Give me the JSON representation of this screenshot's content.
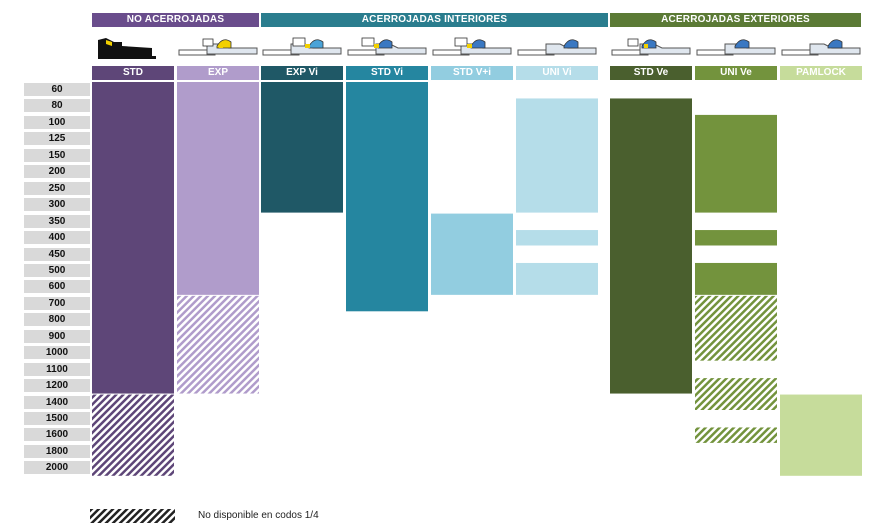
{
  "groups": [
    {
      "label": "NO ACERROJADAS",
      "color": "#6a4d8c"
    },
    {
      "label": "ACERROJADAS INTERIORES",
      "color": "#2a7d8e"
    },
    {
      "label": "ACERROJADAS EXTERIORES",
      "color": "#5b7a35"
    }
  ],
  "columns": [
    {
      "label": "STD",
      "color": "#5e4678",
      "hatch": "#5e4678",
      "icon": "push-fit-joint-icon"
    },
    {
      "label": "EXP",
      "color": "#b09ccb",
      "hatch": "#b09ccb",
      "icon": "express-joint-icon"
    },
    {
      "label": "EXP Vi",
      "color": "#1f5866",
      "hatch": "#1f5866",
      "icon": "express-vi-joint-icon"
    },
    {
      "label": "STD Vi",
      "color": "#2586a0",
      "hatch": "#2586a0",
      "icon": "standard-vi-joint-icon"
    },
    {
      "label": "STD V+i",
      "color": "#92cde0",
      "hatch": "#92cde0",
      "icon": "standard-v-plus-i-joint-icon"
    },
    {
      "label": "UNI Vi",
      "color": "#b5dde9",
      "hatch": "#b5dde9",
      "icon": "universal-vi-joint-icon"
    },
    {
      "label": "STD Ve",
      "color": "#4a5f2e",
      "hatch": "#4a5f2e",
      "icon": "standard-ve-joint-icon"
    },
    {
      "label": "UNI Ve",
      "color": "#73933d",
      "hatch": "#73933d",
      "icon": "universal-ve-joint-icon"
    },
    {
      "label": "PAMLOCK",
      "color": "#c6dc9b",
      "hatch": "#c6dc9b",
      "icon": "pamlock-joint-icon"
    }
  ],
  "rows": [
    "60",
    "80",
    "100",
    "125",
    "150",
    "200",
    "250",
    "300",
    "350",
    "400",
    "450",
    "500",
    "600",
    "700",
    "800",
    "900",
    "1000",
    "1100",
    "1200",
    "1400",
    "1500",
    "1600",
    "1800",
    "2000"
  ],
  "availability": [
    {
      "column": "STD",
      "ranges": [
        {
          "from": "60",
          "to": "1200"
        }
      ],
      "hatched": [
        {
          "from": "1400",
          "to": "2000"
        }
      ]
    },
    {
      "column": "EXP",
      "ranges": [
        {
          "from": "60",
          "to": "600"
        }
      ],
      "hatched": [
        {
          "from": "700",
          "to": "1200"
        }
      ]
    },
    {
      "column": "EXP Vi",
      "ranges": [
        {
          "from": "60",
          "to": "300"
        }
      ],
      "hatched": []
    },
    {
      "column": "STD Vi",
      "ranges": [
        {
          "from": "60",
          "to": "700"
        }
      ],
      "hatched": []
    },
    {
      "column": "STD V+i",
      "ranges": [
        {
          "from": "350",
          "to": "600"
        }
      ],
      "hatched": []
    },
    {
      "column": "UNI Vi",
      "ranges": [
        {
          "from": "80",
          "to": "300"
        },
        {
          "from": "400",
          "to": "400"
        },
        {
          "from": "500",
          "to": "600"
        }
      ],
      "hatched": []
    },
    {
      "column": "STD Ve",
      "ranges": [
        {
          "from": "80",
          "to": "1200"
        }
      ],
      "hatched": []
    },
    {
      "column": "UNI Ve",
      "ranges": [
        {
          "from": "100",
          "to": "300"
        },
        {
          "from": "400",
          "to": "400"
        },
        {
          "from": "500",
          "to": "600"
        }
      ],
      "hatched": [
        {
          "from": "700",
          "to": "1000"
        },
        {
          "from": "1200",
          "to": "1400"
        },
        {
          "from": "1600",
          "to": "1600"
        }
      ]
    },
    {
      "column": "PAMLOCK",
      "ranges": [
        {
          "from": "1400",
          "to": "2000"
        }
      ],
      "hatched": []
    }
  ],
  "legend": {
    "text": "No disponible en codos  1/4",
    "hatch_color": "#222222"
  }
}
